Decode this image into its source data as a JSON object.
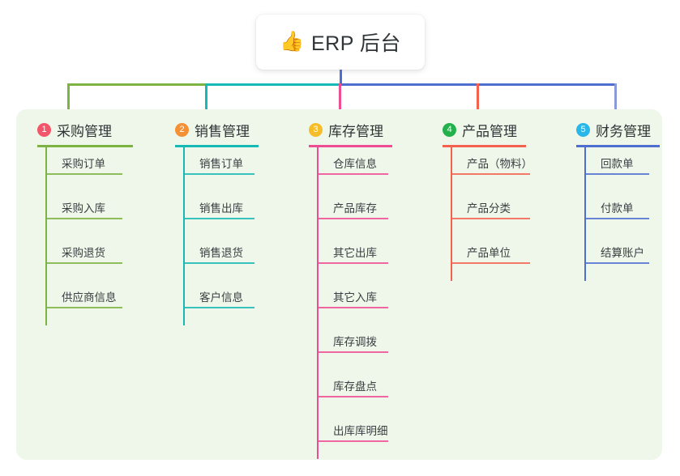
{
  "root": {
    "icon": "thumbs-up-icon",
    "emoji": "👍",
    "title": "ERP 后台"
  },
  "palette": {
    "panel_bg": "#eef7e9",
    "card_bg": "#ffffff",
    "text": "#2f3437",
    "item_text": "#3a3f43"
  },
  "columns": [
    {
      "number": "1",
      "title": "采购管理",
      "badge_color": "#f2566a",
      "line_color": "#7cb342",
      "items": [
        {
          "label": "采购订单"
        },
        {
          "label": "采购入库"
        },
        {
          "label": "采购退货"
        },
        {
          "label": "供应商信息"
        }
      ]
    },
    {
      "number": "2",
      "title": "销售管理",
      "badge_color": "#f59034",
      "line_color": "#16b9b3",
      "items": [
        {
          "label": "销售订单"
        },
        {
          "label": "销售出库"
        },
        {
          "label": "销售退货"
        },
        {
          "label": "客户信息"
        }
      ]
    },
    {
      "number": "3",
      "title": "库存管理",
      "badge_color": "#f6bd2a",
      "line_color": "#ee4c93",
      "items": [
        {
          "label": "仓库信息"
        },
        {
          "label": "产品库存"
        },
        {
          "label": "其它出库"
        },
        {
          "label": "其它入库"
        },
        {
          "label": "库存调拨"
        },
        {
          "label": "库存盘点"
        },
        {
          "label": "出库库明细"
        }
      ]
    },
    {
      "number": "4",
      "title": "产品管理",
      "badge_color": "#22b14c",
      "line_color": "#f4614f",
      "items": [
        {
          "label": "产品（物料）"
        },
        {
          "label": "产品分类"
        },
        {
          "label": "产品单位"
        }
      ]
    },
    {
      "number": "5",
      "title": "财务管理",
      "badge_color": "#29b6e8",
      "line_color": "#4f6fd0",
      "items": [
        {
          "label": "回款单"
        },
        {
          "label": "付款单"
        },
        {
          "label": "结算账户"
        }
      ]
    }
  ],
  "connectors": {
    "trunk_color": "#4f6fd0",
    "segments": [
      {
        "color": "#7cb342"
      },
      {
        "color": "#16b9b3"
      },
      {
        "color": "#4f6fd0"
      },
      {
        "color": "#4f6fd0"
      }
    ],
    "stubs": [
      {
        "color": "#7cb342"
      },
      {
        "color": "#16b9b3"
      },
      {
        "color": "#ee4c93"
      },
      {
        "color": "#f4614f"
      },
      {
        "color": "#8a9ad8"
      }
    ]
  }
}
